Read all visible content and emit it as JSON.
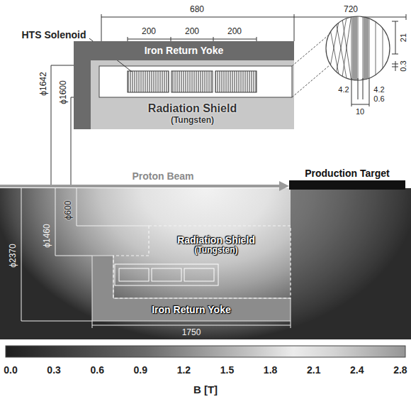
{
  "diagram": {
    "nodes": [
      {
        "text": [
          "Iron Return Yoke"
        ]
      },
      {
        "text": [
          "Radiation Shield",
          "(Tungsten)"
        ]
      },
      {
        "text": [
          "Production Target"
        ]
      },
      {
        "text": [
          "Radiation Shield",
          "(Tungsten)"
        ]
      },
      {
        "text": [
          "Iron Return Yoke"
        ]
      }
    ],
    "labels": [
      "680",
      "720",
      "HTS Solenoid",
      "200",
      "200",
      "200",
      "21",
      "0.3",
      "4.2",
      "0.6",
      "4.2",
      "10",
      "ϕ1642",
      "ϕ1600",
      "Proton Beam",
      "ϕ600",
      "ϕ1460",
      "ϕ2370",
      "1750",
      "0.0",
      "0.3",
      "0.6",
      "0.9",
      "1.2",
      "1.5",
      "1.8",
      "2.1",
      "2.4",
      "2.8",
      "B [T]"
    ]
  }
}
